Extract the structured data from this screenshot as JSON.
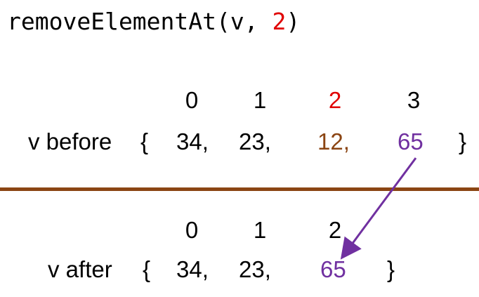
{
  "colors": {
    "text": "#000000",
    "highlight_index": "#e00000",
    "removed_value": "#8b4513",
    "moved_value": "#7030a0",
    "divider": "#8b4513",
    "arrow": "#7030a0"
  },
  "code": {
    "prefix": "removeElementAt(v, ",
    "arg": "2",
    "suffix": ")"
  },
  "before": {
    "label": "v before",
    "open_brace": "{",
    "close_brace": "}",
    "indices": [
      "0",
      "1",
      "2",
      "3"
    ],
    "values": [
      "34,",
      "23,",
      "12,",
      "65"
    ]
  },
  "after": {
    "label": "v after",
    "open_brace": "{",
    "close_brace": "}",
    "indices": [
      "0",
      "1",
      "2"
    ],
    "values": [
      "34,",
      "23,",
      "65"
    ]
  }
}
